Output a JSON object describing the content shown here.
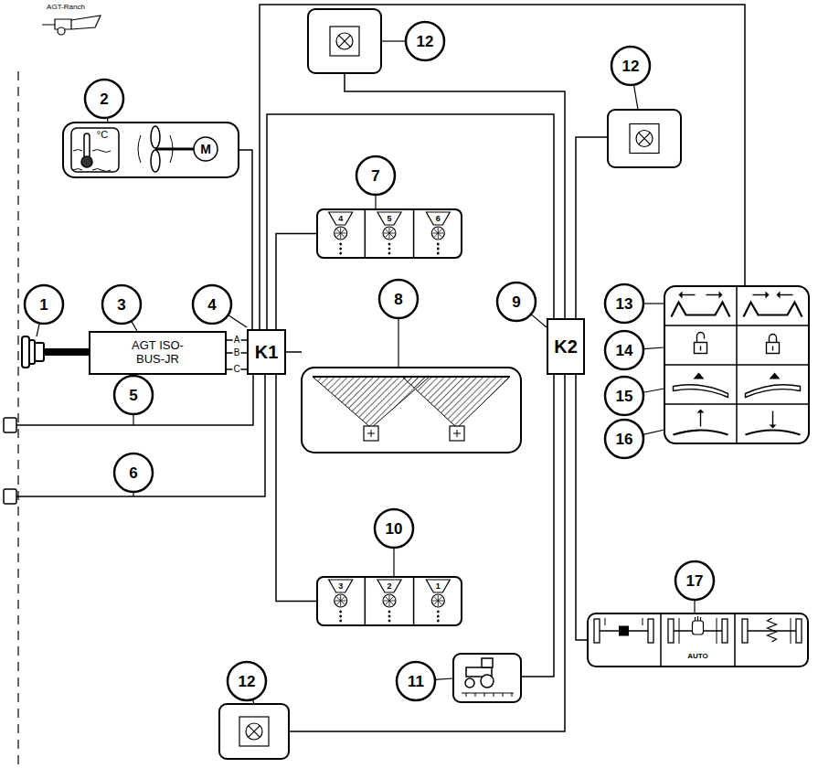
{
  "diagram": {
    "nodes": [
      {
        "text": [
          "°C",
          "M"
        ]
      },
      {
        "text": [
          "4",
          "5",
          "6"
        ]
      },
      {
        "text": [
          "AGT ISO-BUS-JR"
        ]
      },
      {
        "text": [
          "K1"
        ]
      },
      {
        "text": [
          "K2"
        ]
      },
      {
        "text": [
          "3",
          "2",
          "1"
        ]
      },
      {
        "text": [
          "AUTO"
        ]
      }
    ],
    "edges": [
      {
        "from": 2,
        "to": 3,
        "arrow": "none",
        "label": "A"
      },
      {
        "from": 2,
        "to": 3,
        "arrow": "none",
        "label": "B"
      },
      {
        "from": 2,
        "to": 3,
        "arrow": "none",
        "label": "C"
      },
      {
        "from": 3,
        "to": 0,
        "arrow": "none"
      },
      {
        "from": 3,
        "to": 1,
        "arrow": "none"
      },
      {
        "from": 3,
        "to": 4,
        "arrow": "none"
      },
      {
        "from": 3,
        "to": 5,
        "arrow": "none"
      },
      {
        "from": 4,
        "to": 6,
        "arrow": "none"
      }
    ],
    "labels": [
      "AGT-Ranch",
      "2",
      "1",
      "3",
      "4",
      "5",
      "6",
      "7",
      "8",
      "9",
      "10",
      "11",
      "12",
      "12",
      "12",
      "13",
      "14",
      "15",
      "16",
      "17"
    ]
  }
}
